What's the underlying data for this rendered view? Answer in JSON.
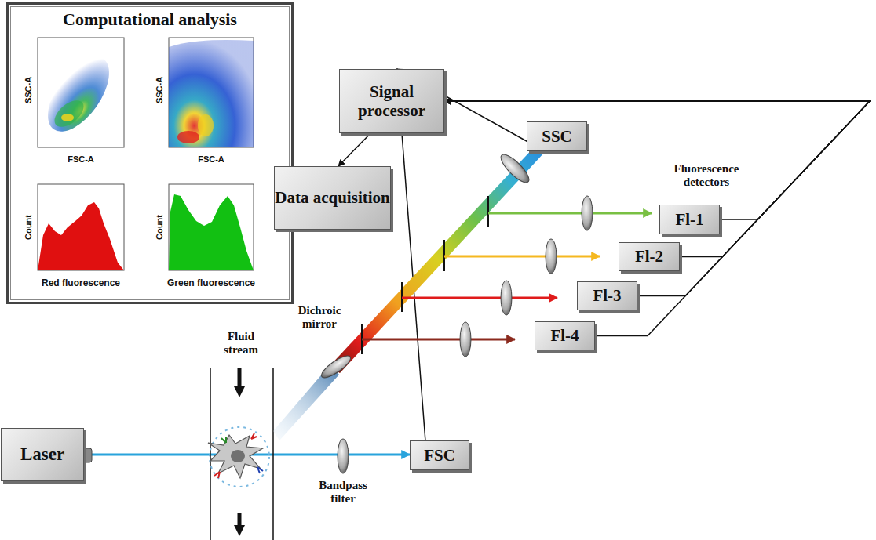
{
  "diagram": {
    "nodes": [
      {
        "text": [
          "Computational analysis"
        ]
      },
      {
        "text": [
          "Signal processor"
        ]
      },
      {
        "text": [
          "SSC"
        ]
      },
      {
        "text": [
          "Data acquisition"
        ]
      },
      {
        "text": [
          "Fl-1"
        ]
      },
      {
        "text": [
          "Fl-2"
        ]
      },
      {
        "text": [
          "Fl-3"
        ]
      },
      {
        "text": [
          "Fl-4"
        ]
      },
      {
        "text": [
          "Laser"
        ]
      },
      {
        "text": [
          "FSC"
        ]
      }
    ],
    "edges": [
      {
        "from": 1,
        "to": 3,
        "arrow": "to"
      },
      {
        "from": 2,
        "to": 1,
        "arrow": "to"
      },
      {
        "from": 4,
        "to": 1,
        "arrow": "to"
      },
      {
        "from": 5,
        "to": 1,
        "arrow": "to"
      },
      {
        "from": 6,
        "to": 1,
        "arrow": "to"
      },
      {
        "from": 7,
        "to": 1,
        "arrow": "to"
      },
      {
        "from": 9,
        "to": 1,
        "arrow": "to"
      },
      {
        "from": 8,
        "to": 9,
        "arrow": "to"
      }
    ],
    "labels": [
      "SSC-A",
      "SSC-A",
      "FSC-A",
      "FSC-A",
      "Count",
      "Count",
      "Red fluorescence",
      "Green fluorescence",
      "Fluorescence detectors",
      "Dichroic mirror",
      "Fluid stream",
      "Bandpass filter"
    ]
  }
}
